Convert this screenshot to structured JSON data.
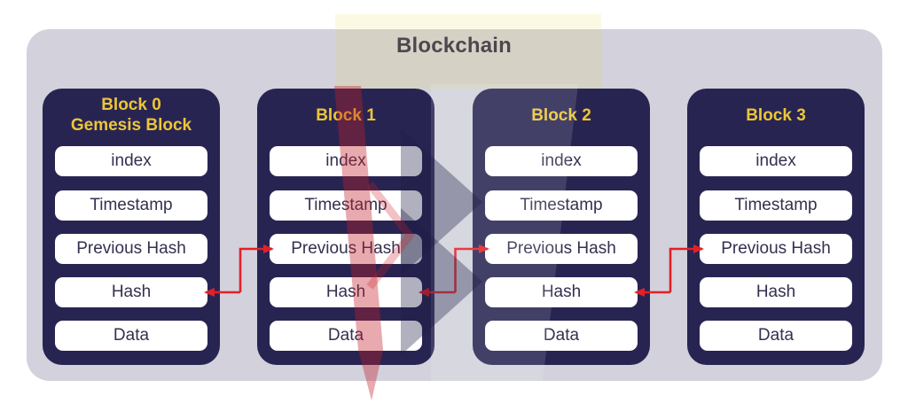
{
  "diagram": {
    "title": "Blockchain",
    "blocks": [
      {
        "id": "block-0",
        "title_line1": "Block 0",
        "title_line2": "Gemesis Block",
        "fields": [
          "index",
          "Timestamp",
          "Previous Hash",
          "Hash",
          "Data"
        ]
      },
      {
        "id": "block-1",
        "title_line1": "Block 1",
        "fields": [
          "index",
          "Timestamp",
          "Previous Hash",
          "Hash",
          "Data"
        ]
      },
      {
        "id": "block-2",
        "title_line1": "Block 2",
        "fields": [
          "index",
          "Timestamp",
          "Previous Hash",
          "Hash",
          "Data"
        ]
      },
      {
        "id": "block-3",
        "title_line1": "Block 3",
        "fields": [
          "index",
          "Timestamp",
          "Previous Hash",
          "Hash",
          "Data"
        ]
      }
    ],
    "connections": [
      {
        "from": "block-0-hash",
        "to": "block-1-previous-hash"
      },
      {
        "from": "block-1-hash",
        "to": "block-2-previous-hash"
      },
      {
        "from": "block-2-hash",
        "to": "block-3-previous-hash"
      }
    ],
    "colors": {
      "page_bg": "#ffffff",
      "panel_bg": "#d2d1dc",
      "block_bg": "#282452",
      "block_title_text": "#ecc636",
      "field_bg": "#ffffff",
      "field_text": "#34304f",
      "title_text": "#2f2b4e",
      "arrow": "#e02127"
    }
  }
}
